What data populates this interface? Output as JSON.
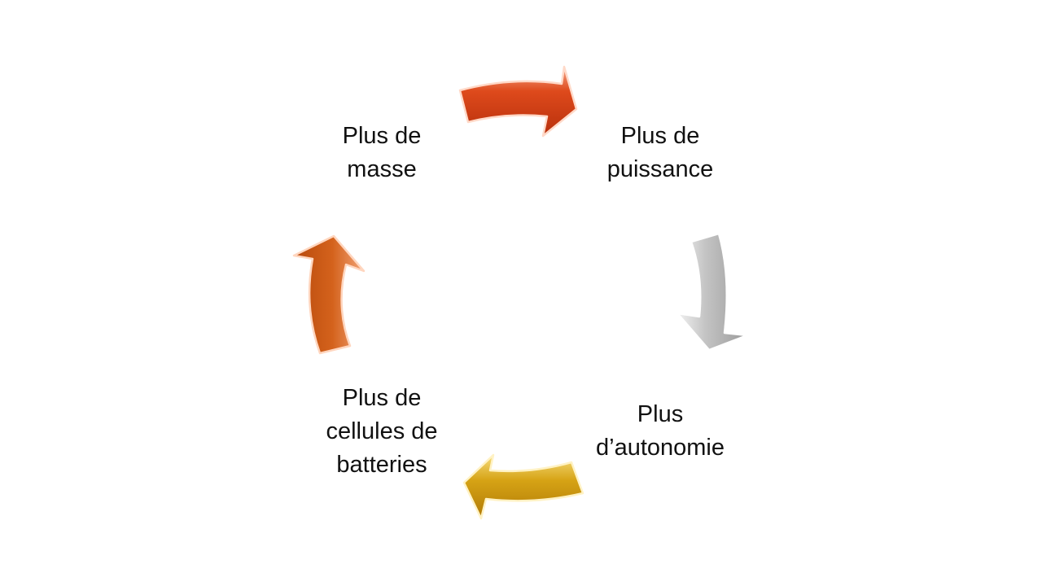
{
  "diagram": {
    "type": "cycle",
    "nodes": [
      {
        "id": "masse",
        "lines": [
          "Plus de",
          "masse"
        ]
      },
      {
        "id": "puissance",
        "lines": [
          "Plus de",
          "puissance"
        ]
      },
      {
        "id": "autonomie",
        "lines": [
          "Plus",
          "d’autonomie"
        ]
      },
      {
        "id": "batteries",
        "lines": [
          "Plus de",
          "cellules de",
          "batteries"
        ]
      }
    ],
    "arrows": [
      {
        "from": "masse",
        "to": "puissance",
        "color": "#cc3a12"
      },
      {
        "from": "puissance",
        "to": "autonomie",
        "color": "#a6a6a6"
      },
      {
        "from": "autonomie",
        "to": "batteries",
        "color": "#c48a08"
      },
      {
        "from": "batteries",
        "to": "masse",
        "color": "#c75a12"
      }
    ]
  }
}
